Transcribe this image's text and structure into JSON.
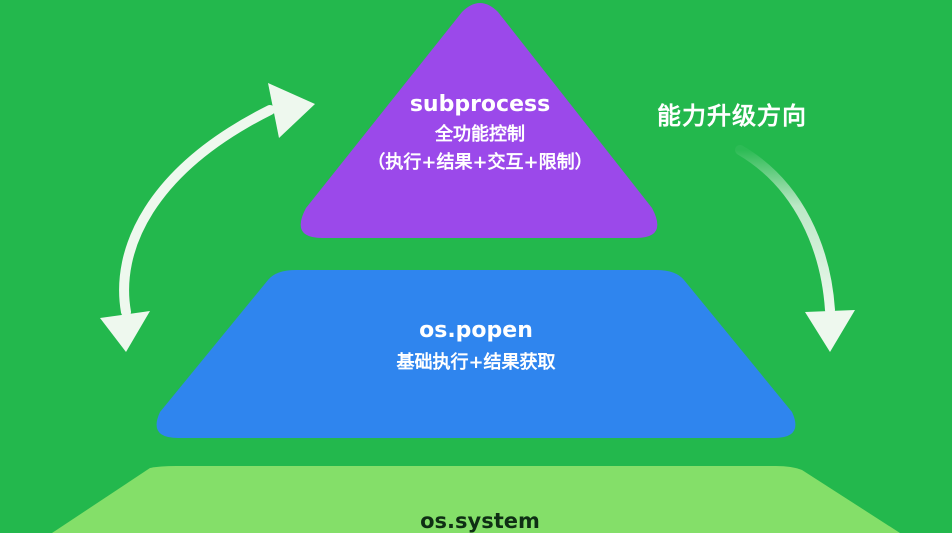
{
  "colors": {
    "background": "#23b84d",
    "top_tier": "#9b49ea",
    "middle_tier": "#2f85ee",
    "bottom_tier": "#84df69",
    "arrow": "#eef8ee"
  },
  "pyramid": {
    "top": {
      "name": "subprocess",
      "desc_line1": "全功能控制",
      "desc_line2": "（执行+结果+交互+限制）"
    },
    "middle": {
      "name": "os.popen",
      "desc": "基础执行+结果获取"
    },
    "bottom": {
      "name": "os.system"
    }
  },
  "direction_label": "能力升级方向",
  "icons": {
    "left_arrow": "double-headed-curved-arrow-icon",
    "right_arrow": "curved-down-arrow-icon"
  }
}
